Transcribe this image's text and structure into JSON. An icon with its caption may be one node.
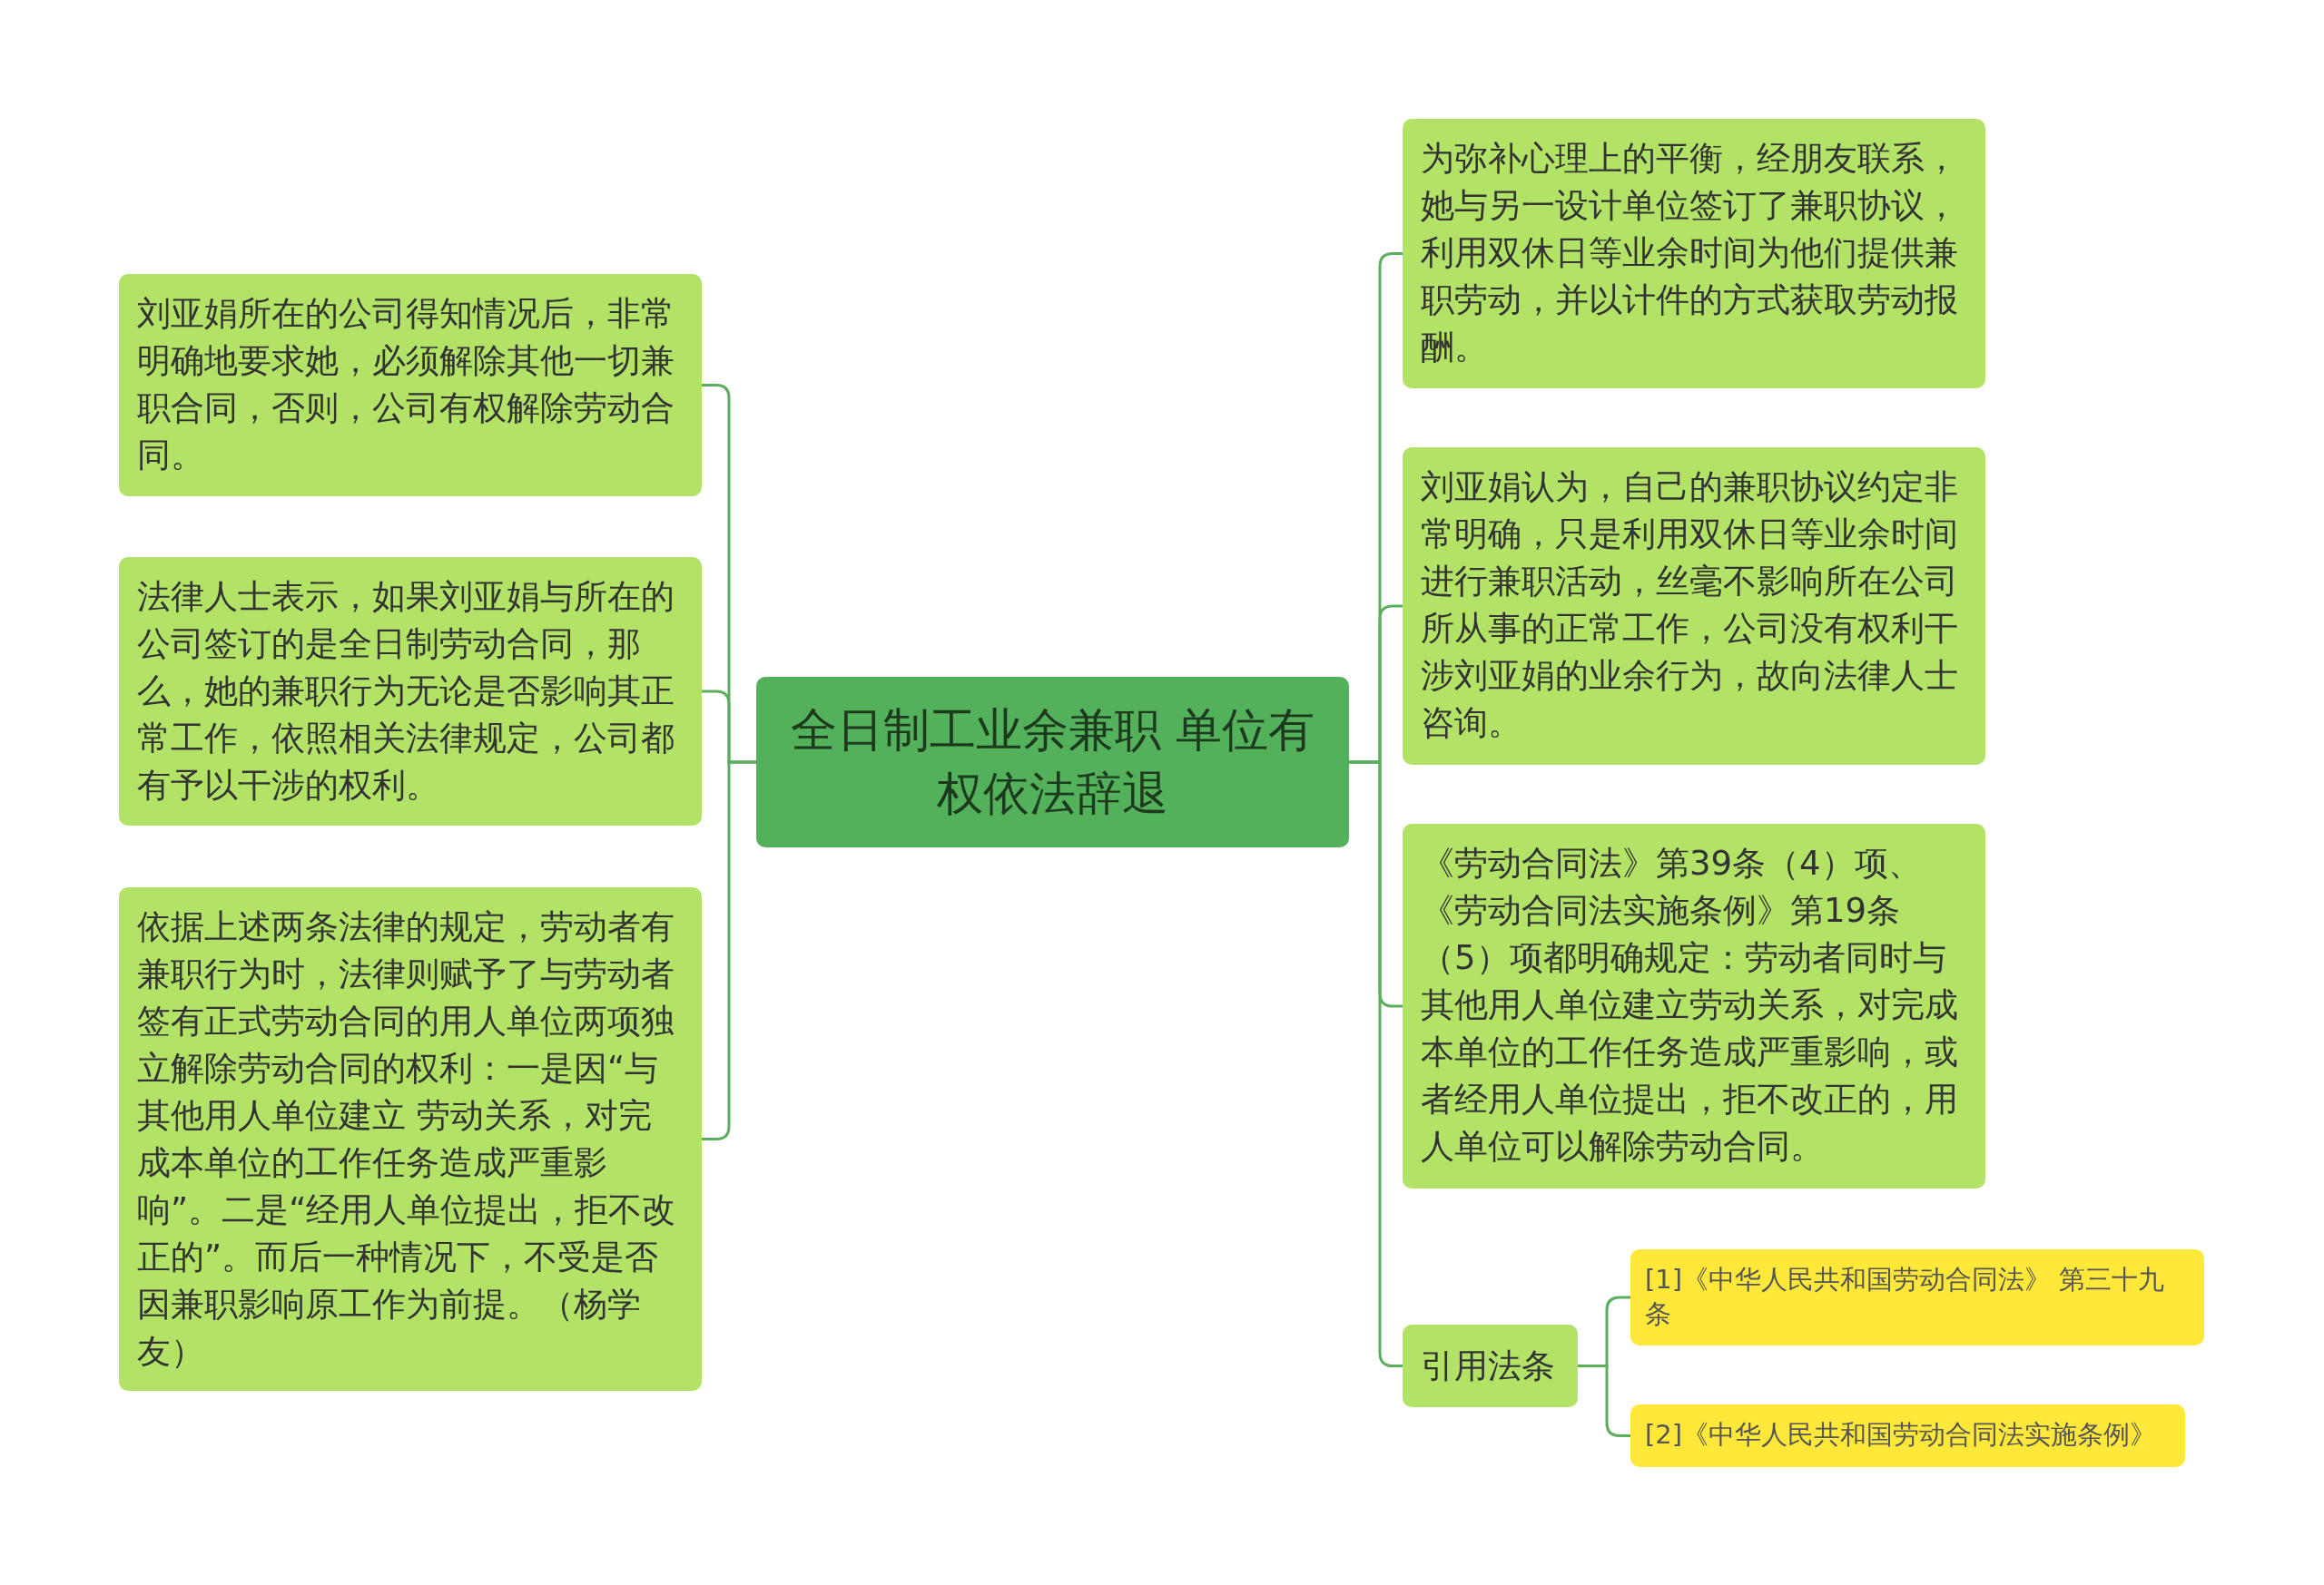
{
  "diagram": {
    "nodes": [
      {
        "text": [
          "全日制工业余兼职 单位有权依法辞退"
        ]
      },
      {
        "text": [
          "刘亚娟所在的公司得知情况后，非常明确地要求她，必须解除其他一切兼职合同，否则，公司有权解除劳动合同。"
        ]
      },
      {
        "text": [
          "法律人士表示，如果刘亚娟与所在的公司签订的是全日制劳动合同，那么，她的兼职行为无论是否影响其正常工作，依照相关法律规定，公司都有予以干涉的权利。"
        ]
      },
      {
        "text": [
          "依据上述两条法律的规定，劳动者有兼职行为时，法律则赋予了与劳动者签有正式劳动合同的用人单位两项独立解除劳动合同的权利：一是因“与其他用人单位建立 劳动关系，对完成本单位的工作任务造成严重影响”。二是“经用人单位提出，拒不改正的”。而后一种情况下，不受是否因兼职影响原工作为前提。（杨学友）"
        ]
      },
      {
        "text": [
          "为弥补心理上的平衡，经朋友联系，她与另一设计单位签订了兼职协议，利用双休日等业余时间为他们提供兼职劳动，并以计件的方式获取劳动报酬。"
        ]
      },
      {
        "text": [
          "刘亚娟认为，自己的兼职协议约定非常明确，只是利用双休日等业余时间进行兼职活动，丝毫不影响所在公司所从事的正常工作，公司没有权利干涉刘亚娟的业余行为，故向法律人士咨询。"
        ]
      },
      {
        "text": [
          "《劳动合同法》第39条（4）项、《劳动合同法实施条例》第19条（5）项都明确规定：劳动者同时与其他用人单位建立劳动关系，对完成本单位的工作任务造成严重影响，或者经用人单位提出，拒不改正的，用人单位可以解除劳动合同。"
        ]
      },
      {
        "text": [
          "引用法条"
        ]
      },
      {
        "text": [
          "[1]《中华人民共和国劳动合同法》 第三十九条"
        ]
      },
      {
        "text": [
          "[2]《中华人民共和国劳动合同法实施条例》"
        ]
      }
    ],
    "edges": [
      {
        "from": 0,
        "to": 1,
        "arrow": "none"
      },
      {
        "from": 0,
        "to": 2,
        "arrow": "none"
      },
      {
        "from": 0,
        "to": 3,
        "arrow": "none"
      },
      {
        "from": 0,
        "to": 4,
        "arrow": "none"
      },
      {
        "from": 0,
        "to": 5,
        "arrow": "none"
      },
      {
        "from": 0,
        "to": 6,
        "arrow": "none"
      },
      {
        "from": 0,
        "to": 7,
        "arrow": "none"
      },
      {
        "from": 7,
        "to": 8,
        "arrow": "none"
      },
      {
        "from": 7,
        "to": 9,
        "arrow": "none"
      }
    ]
  }
}
